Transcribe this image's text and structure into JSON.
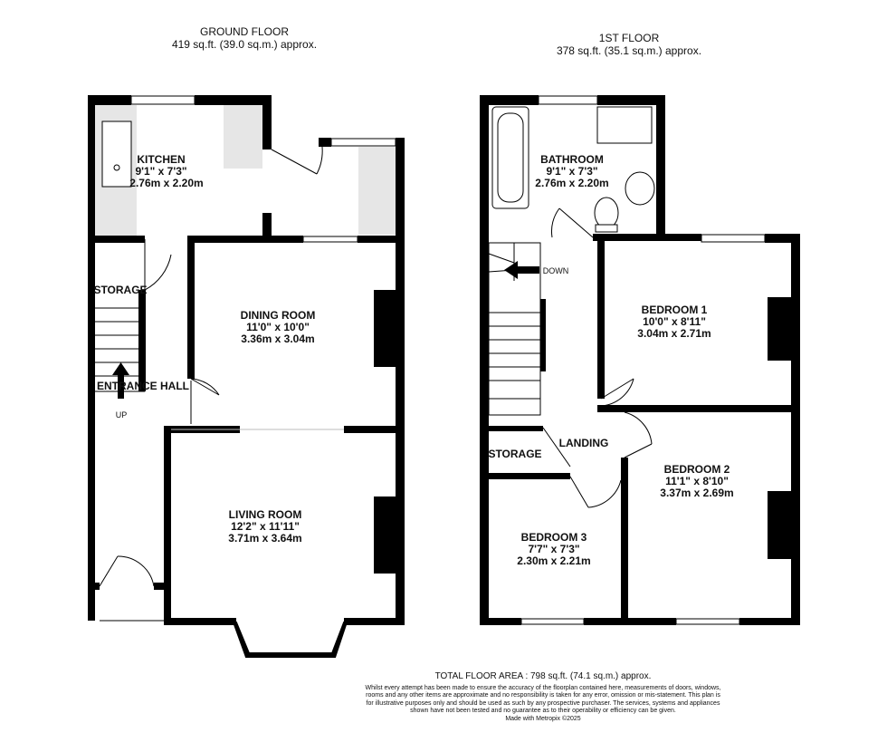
{
  "ground_floor": {
    "title": "GROUND FLOOR",
    "area": "419 sq.ft. (39.0 sq.m.) approx.",
    "rooms": {
      "kitchen": {
        "name": "KITCHEN",
        "imperial": "9'1\"  x 7'3\"",
        "metric": "2.76m  x 2.20m"
      },
      "dining": {
        "name": "DINING ROOM",
        "imperial": "11'0\"  x 10'0\"",
        "metric": "3.36m  x 3.04m"
      },
      "living": {
        "name": "LIVING ROOM",
        "imperial": "12'2\"  x 11'11\"",
        "metric": "3.71m  x 3.64m"
      },
      "storage": {
        "name": "STORAGE"
      },
      "hall": {
        "name": "ENTRANCE HALL"
      },
      "stairs": {
        "label": "UP"
      }
    }
  },
  "first_floor": {
    "title": "1ST FLOOR",
    "area": "378 sq.ft. (35.1 sq.m.) approx.",
    "rooms": {
      "bathroom": {
        "name": "BATHROOM",
        "imperial": "9'1\"  x 7'3\"",
        "metric": "2.76m  x 2.20m"
      },
      "bedroom1": {
        "name": "BEDROOM 1",
        "imperial": "10'0\"  x 8'11\"",
        "metric": "3.04m  x 2.71m"
      },
      "bedroom2": {
        "name": "BEDROOM 2",
        "imperial": "11'1\"  x 8'10\"",
        "metric": "3.37m  x 2.69m"
      },
      "bedroom3": {
        "name": "BEDROOM 3",
        "imperial": "7'7\"  x 7'3\"",
        "metric": "2.30m  x 2.21m"
      },
      "storage": {
        "name": "STORAGE"
      },
      "landing": {
        "name": "LANDING"
      },
      "stairs": {
        "label": "DOWN"
      }
    }
  },
  "footer": {
    "total": "TOTAL FLOOR AREA : 798 sq.ft. (74.1 sq.m.) approx.",
    "disclaimer": "Whilst every attempt has been made to ensure the accuracy of the floorplan contained here, measurements of doors, windows, rooms and any other items are approximate and no responsibility is taken for any error, omission or mis-statement. This plan is for illustrative purposes only and should be used as such by any prospective purchaser. The services, systems and appliances shown have not been tested and no guarantee as to their operability or efficiency can be given.",
    "credit": "Made with Metropix ©2025"
  },
  "colors": {
    "wall": "#000000",
    "fixture": "#e6e6e6"
  }
}
